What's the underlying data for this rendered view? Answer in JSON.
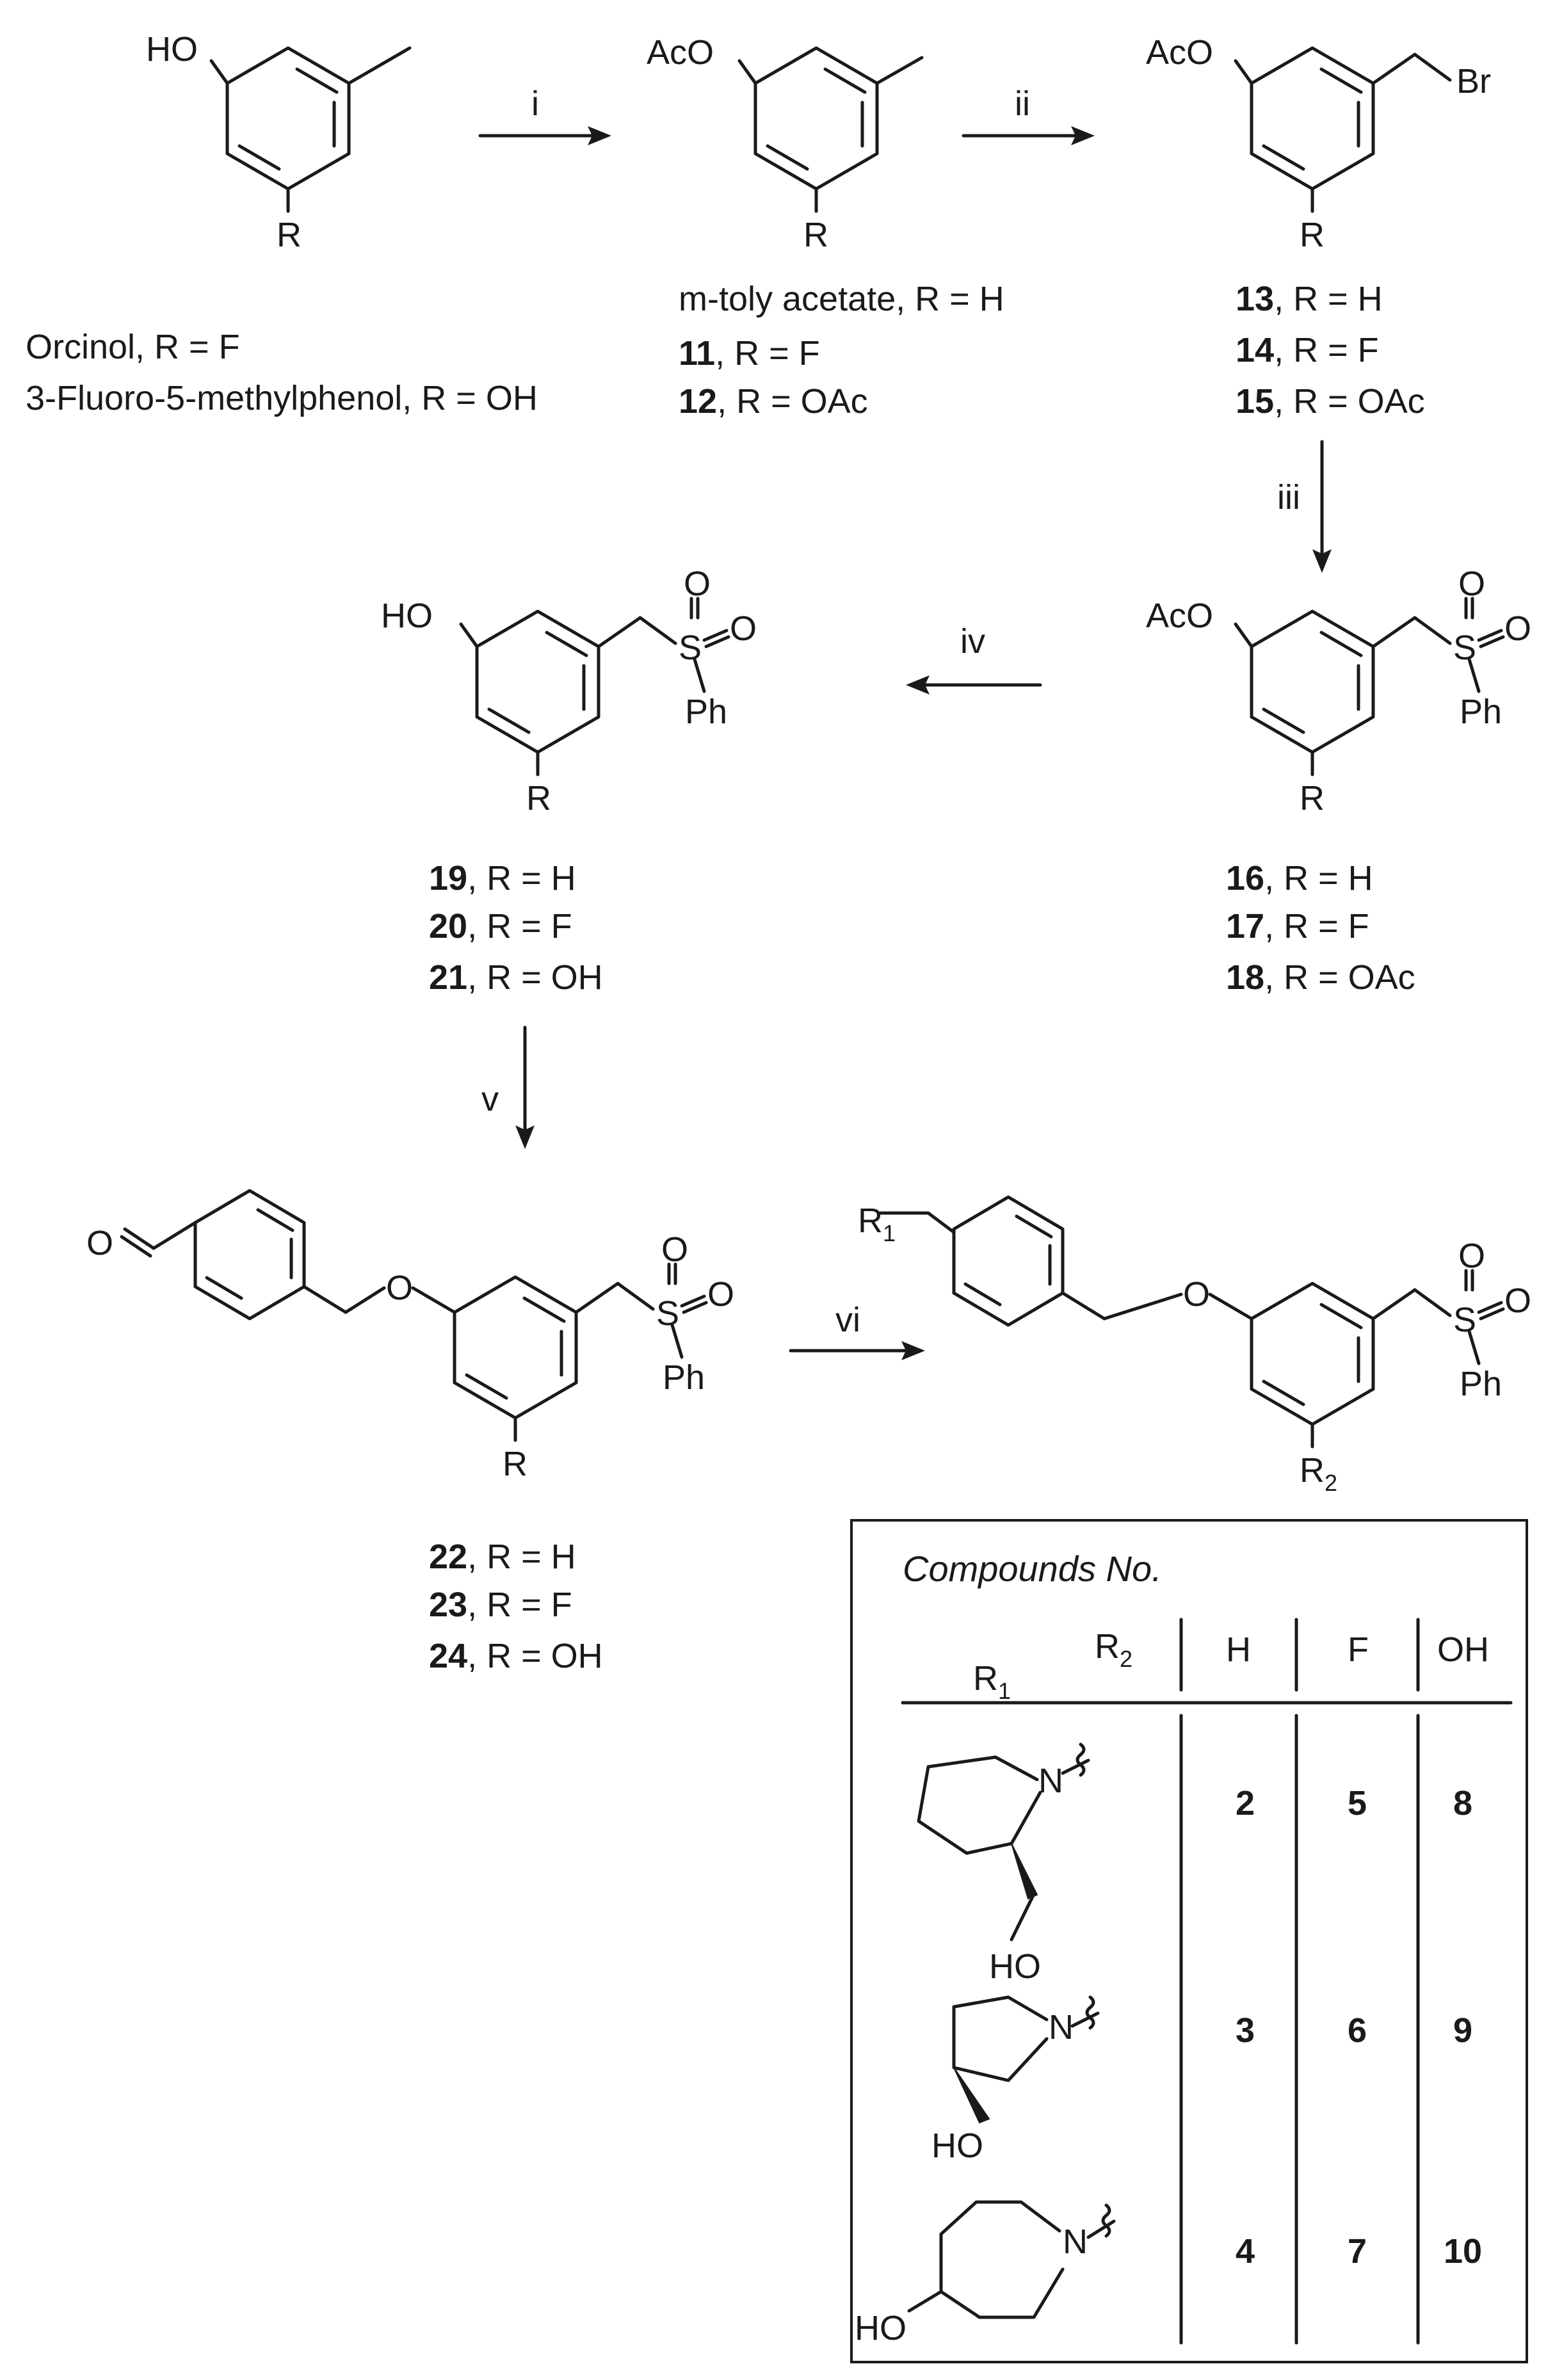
{
  "reagents": [
    "i",
    "ii",
    "iii",
    "iv",
    "v",
    "vi"
  ],
  "molecules": {
    "start": {
      "substituent": "HO",
      "r": "R",
      "names": [
        {
          "bold": "",
          "text": "Orcinol, R = F"
        },
        {
          "bold": "",
          "text": "3-Fluoro-5-methylphenol, R = OH"
        }
      ]
    },
    "acetates": {
      "substituent": "AcO",
      "r": "R",
      "names": [
        {
          "bold": "",
          "text": "m-toly acetate, R = H"
        },
        {
          "bold": "11",
          "text": ", R = F"
        },
        {
          "bold": "12",
          "text": ", R = OAc"
        }
      ]
    },
    "bromides": {
      "substituent": "AcO",
      "br": "Br",
      "r": "R",
      "names": [
        {
          "bold": "13",
          "text": ", R = H"
        },
        {
          "bold": "14",
          "text": ", R = F"
        },
        {
          "bold": "15",
          "text": ", R = OAc"
        }
      ]
    },
    "sulfones_ac": {
      "substituent": "AcO",
      "s": "S",
      "o": "O",
      "ph": "Ph",
      "r": "R",
      "names": [
        {
          "bold": "16",
          "text": ", R = H"
        },
        {
          "bold": "17",
          "text": ", R = F"
        },
        {
          "bold": "18",
          "text": ", R = OAc"
        }
      ]
    },
    "phenols": {
      "substituent": "HO",
      "s": "S",
      "o": "O",
      "ph": "Ph",
      "r": "R",
      "names": [
        {
          "bold": "19",
          "text": ", R = H"
        },
        {
          "bold": "20",
          "text": ", R = F"
        },
        {
          "bold": "21",
          "text": ", R = OH"
        }
      ]
    },
    "aldehydes": {
      "carbonyl_o": "O",
      "ether_o": "O",
      "s": "S",
      "o": "O",
      "ph": "Ph",
      "r": "R",
      "names": [
        {
          "bold": "22",
          "text": ", R = H"
        },
        {
          "bold": "23",
          "text": ", R = F"
        },
        {
          "bold": "24",
          "text": ", R = OH"
        }
      ]
    },
    "products": {
      "r1": "R",
      "r1_sub": "1",
      "ether_o": "O",
      "s": "S",
      "o": "O",
      "ph": "Ph",
      "r2": "R",
      "r2_sub": "2"
    }
  },
  "table": {
    "title": "Compounds No.",
    "r1_header": "R",
    "r1_header_sub": "1",
    "r2_header": "R",
    "r2_header_sub": "2",
    "columns": [
      "H",
      "F",
      "OH"
    ],
    "rows": [
      {
        "n": "N",
        "ho": "HO",
        "cells": [
          "2",
          "5",
          "8"
        ]
      },
      {
        "n": "N",
        "ho": "HO",
        "cells": [
          "3",
          "6",
          "9"
        ]
      },
      {
        "n": "N",
        "ho": "HO",
        "cells": [
          "4",
          "7",
          "10"
        ]
      }
    ]
  }
}
